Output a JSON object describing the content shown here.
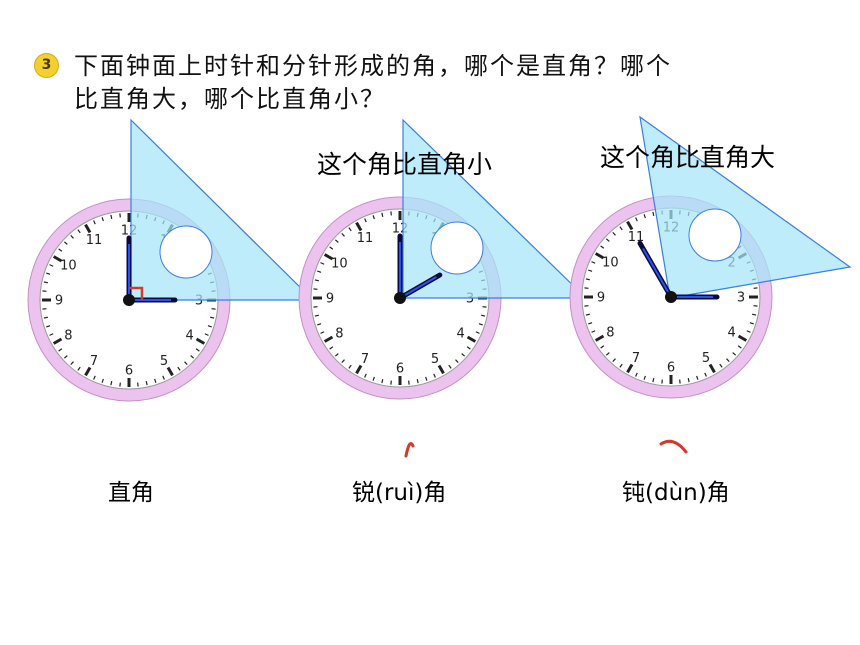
{
  "question": {
    "number": "3",
    "line1": "下面钟面上时针和分针形成的角，哪个是直角？哪个",
    "line2": "比直角大，哪个比直角小？"
  },
  "clock_numerals": [
    "12",
    "1",
    "2",
    "3",
    "4",
    "5",
    "6",
    "7",
    "8",
    "9",
    "10",
    "11"
  ],
  "clocks": [
    {
      "caption": "",
      "time": "3:00",
      "angle": "直角",
      "hand_directions": {
        "hour": "3",
        "minute": "12"
      }
    },
    {
      "caption": "这个角比直角小",
      "time": "2:00",
      "angle": "锐(ruì)角",
      "hand_directions": {
        "hour": "2",
        "minute": "12"
      }
    },
    {
      "caption": "这个角比直角大",
      "time": "2:55",
      "angle": "钝(dùn)角",
      "hand_directions": {
        "hour": "3",
        "minute": "11"
      }
    }
  ],
  "colors": {
    "dial_ring": "#ecc2ee",
    "dial_border": "#c48fc6",
    "hands": "#0a0a3c",
    "hand_highlight": "#2a52f0",
    "triangle_fill": "#a6e4f8",
    "triangle_stroke": "#3a7ee8",
    "right_angle_mark": "#d23a2a",
    "arc_mark": "#d23a2a"
  }
}
